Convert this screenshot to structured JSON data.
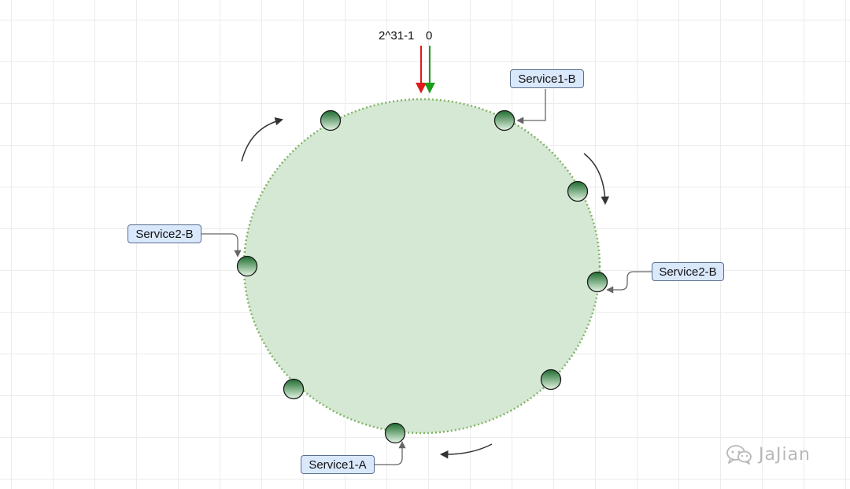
{
  "hash_ring": {
    "max_label": "2^31-1",
    "zero_label": "0"
  },
  "nodes": {
    "service1_b_top": "Service1-B",
    "service2_b_left": "Service2-B",
    "service2_b_right": "Service2-B",
    "service1_a_bottom": "Service1-A"
  },
  "watermark": {
    "text": "JaJian",
    "icon": "wechat-icon"
  },
  "colors": {
    "ring_fill": "#d5e8d4",
    "ring_border": "#82b366",
    "node_dark": "#1e6b2e",
    "node_light": "#e3f5e3",
    "label_fill": "#dae8fc",
    "arrow_max": "#e11919",
    "arrow_zero": "#1a9e1a",
    "connector": "#666666"
  }
}
